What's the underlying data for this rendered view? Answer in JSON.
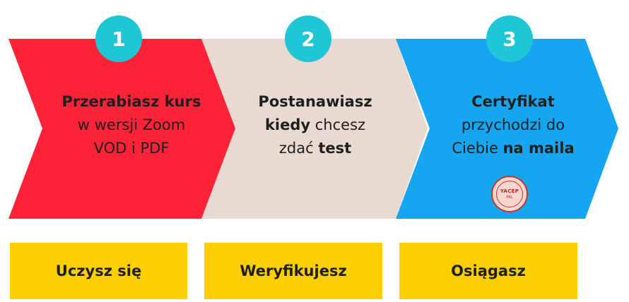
{
  "steps": [
    {
      "number": "1",
      "color": "#fc2338",
      "line1": "Przerabiasz kurs",
      "line2": "w wersji Zoom",
      "line3": "VOD i PDF",
      "label": "Uczysz się"
    },
    {
      "number": "2",
      "color": "#e8d9d1",
      "line1": "Postanawiasz",
      "line2_bold": "kiedy",
      "line2_rest": " chcesz",
      "line3_pre": "zdać ",
      "line3_bold": "test",
      "label": "Weryfikujesz"
    },
    {
      "number": "3",
      "color": "#16a6f1",
      "line1": "Certyfikat",
      "line2": "przychodzi do",
      "line3_pre": "Ciebie ",
      "line3_bold": "na maila",
      "label": "Osiągasz"
    }
  ],
  "stamp": {
    "text1": "YACEP",
    "text2": "PRL"
  },
  "colors": {
    "badge": "#1fc6d6",
    "label_bg": "#fccf00"
  }
}
